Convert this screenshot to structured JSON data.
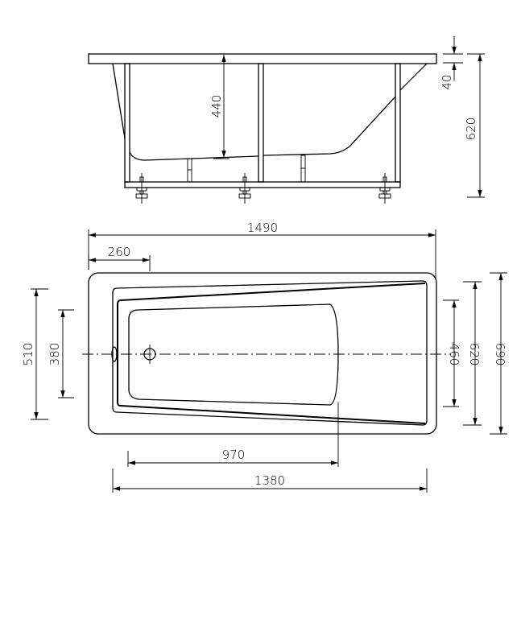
{
  "drawing": {
    "subject": "bathtub",
    "side_view": {
      "dimensions": {
        "inner_depth": "440",
        "rim_thickness": "40",
        "total_height": "620"
      }
    },
    "top_view": {
      "dimensions": {
        "overall_length": "1490",
        "drain_offset": "260",
        "inner_width_left": "510",
        "bottom_width_left": "380",
        "bottom_width_right": "460",
        "inner_width_right": "620",
        "overall_width": "690",
        "bottom_length": "970",
        "inner_length": "1380"
      }
    },
    "line_color": "#000000",
    "background_color": "#ffffff"
  }
}
